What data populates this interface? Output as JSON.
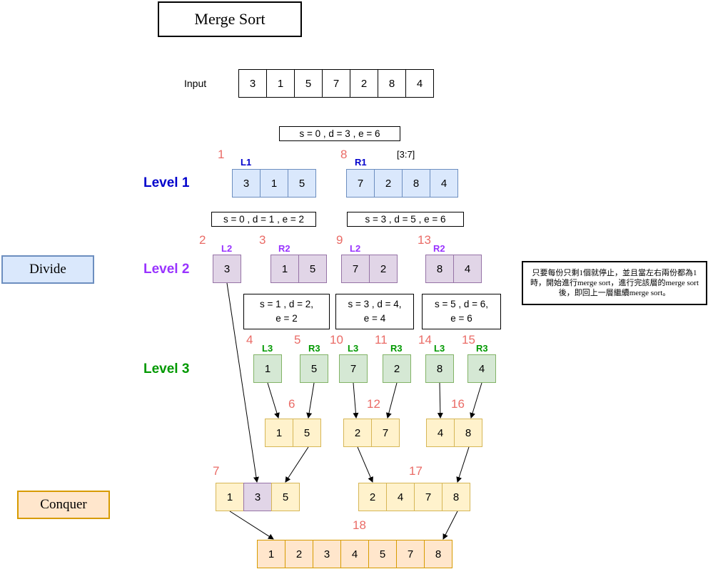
{
  "title": "Merge Sort",
  "input": {
    "label": "Input",
    "values": [
      "3",
      "1",
      "5",
      "7",
      "2",
      "8",
      "4"
    ]
  },
  "range_note": "[3:7]",
  "levels": {
    "l1": "Level 1",
    "l2": "Level 2",
    "l3": "Level 3"
  },
  "phases": {
    "divide": "Divide",
    "conquer": "Conquer"
  },
  "note": "只要每份只剩1個就停止，並且當左右兩份都為1時，開始進行merge sort，進行完該層的merge sort後，即回上一層繼續merge sort。",
  "params": {
    "p0": "s = 0 , d =  3 , e = 6",
    "p1a": "s = 0 , d =  1 , e = 2",
    "p1b": "s = 3 , d =  5 , e = 6",
    "p2a": "s = 1 , d = 2,\ne = 2",
    "p2b": "s = 3 , d = 4,\ne = 4",
    "p2c": "s = 5 , d = 6,\ne = 6"
  },
  "tags": {
    "l1": "L1",
    "r1": "R1",
    "l2a": "L2",
    "r2a": "R2",
    "l2b": "L2",
    "r2b": "R2",
    "l3a": "L3",
    "r3a": "R3",
    "l3b": "L3",
    "r3b": "R3",
    "l3c": "L3",
    "r3c": "R3"
  },
  "steps": {
    "s1": "1",
    "s8": "8",
    "s2": "2",
    "s3": "3",
    "s9": "9",
    "s13": "13",
    "s4": "4",
    "s5": "5",
    "s10": "10",
    "s11": "11",
    "s14": "14",
    "s15": "15",
    "s6": "6",
    "s12": "12",
    "s16": "16",
    "s7": "7",
    "s17": "17",
    "s18": "18"
  },
  "arrays": {
    "l1_left": [
      "3",
      "1",
      "5"
    ],
    "l1_right": [
      "7",
      "2",
      "8",
      "4"
    ],
    "l2_a": [
      "3"
    ],
    "l2_b": [
      "1",
      "5"
    ],
    "l2_c": [
      "7",
      "2"
    ],
    "l2_d": [
      "8",
      "4"
    ],
    "l3_a": [
      "1"
    ],
    "l3_b": [
      "5"
    ],
    "l3_c": [
      "7"
    ],
    "l3_d": [
      "2"
    ],
    "l3_e": [
      "8"
    ],
    "l3_f": [
      "4"
    ],
    "m1": [
      "1",
      "5"
    ],
    "m2": [
      "2",
      "7"
    ],
    "m3": [
      "4",
      "8"
    ],
    "m4": [
      "1",
      "3",
      "5"
    ],
    "m5": [
      "2",
      "4",
      "7",
      "8"
    ],
    "final": [
      "1",
      "2",
      "3",
      "4",
      "5",
      "7",
      "8"
    ]
  },
  "colors": {
    "blue": "#dae8fc",
    "purple": "#e1d5e7",
    "green": "#d5e8d4",
    "yellow": "#fff2cc",
    "orange": "#ffe6cc",
    "step_red": "#ea6b66"
  }
}
